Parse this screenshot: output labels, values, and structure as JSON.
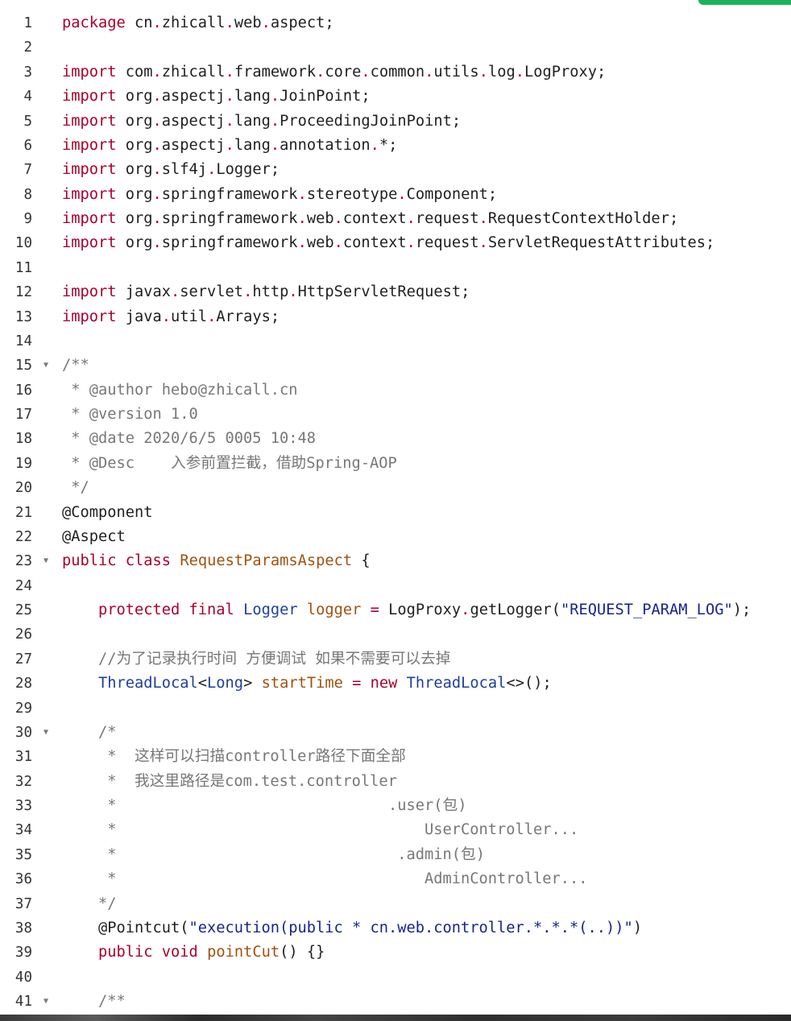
{
  "lines": [
    {
      "n": "1",
      "fold": false,
      "tokens": [
        [
          "kw",
          "package"
        ],
        [
          "plain",
          " cn"
        ],
        [
          "dot",
          "."
        ],
        [
          "plain",
          "zhicall"
        ],
        [
          "dot",
          "."
        ],
        [
          "plain",
          "web"
        ],
        [
          "dot",
          "."
        ],
        [
          "plain",
          "aspect;"
        ]
      ]
    },
    {
      "n": "2",
      "fold": false,
      "tokens": []
    },
    {
      "n": "3",
      "fold": false,
      "tokens": [
        [
          "kw",
          "import"
        ],
        [
          "plain",
          " com"
        ],
        [
          "dot",
          "."
        ],
        [
          "plain",
          "zhicall"
        ],
        [
          "dot",
          "."
        ],
        [
          "plain",
          "framework"
        ],
        [
          "dot",
          "."
        ],
        [
          "plain",
          "core"
        ],
        [
          "dot",
          "."
        ],
        [
          "plain",
          "common"
        ],
        [
          "dot",
          "."
        ],
        [
          "plain",
          "utils"
        ],
        [
          "dot",
          "."
        ],
        [
          "plain",
          "log"
        ],
        [
          "dot",
          "."
        ],
        [
          "plain",
          "LogProxy;"
        ]
      ]
    },
    {
      "n": "4",
      "fold": false,
      "tokens": [
        [
          "kw",
          "import"
        ],
        [
          "plain",
          " org"
        ],
        [
          "dot",
          "."
        ],
        [
          "plain",
          "aspectj"
        ],
        [
          "dot",
          "."
        ],
        [
          "plain",
          "lang"
        ],
        [
          "dot",
          "."
        ],
        [
          "plain",
          "JoinPoint;"
        ]
      ]
    },
    {
      "n": "5",
      "fold": false,
      "tokens": [
        [
          "kw",
          "import"
        ],
        [
          "plain",
          " org"
        ],
        [
          "dot",
          "."
        ],
        [
          "plain",
          "aspectj"
        ],
        [
          "dot",
          "."
        ],
        [
          "plain",
          "lang"
        ],
        [
          "dot",
          "."
        ],
        [
          "plain",
          "ProceedingJoinPoint;"
        ]
      ]
    },
    {
      "n": "6",
      "fold": false,
      "tokens": [
        [
          "kw",
          "import"
        ],
        [
          "plain",
          " org"
        ],
        [
          "dot",
          "."
        ],
        [
          "plain",
          "aspectj"
        ],
        [
          "dot",
          "."
        ],
        [
          "plain",
          "lang"
        ],
        [
          "dot",
          "."
        ],
        [
          "plain",
          "annotation"
        ],
        [
          "dot",
          "."
        ],
        [
          "plain",
          "*;"
        ]
      ]
    },
    {
      "n": "7",
      "fold": false,
      "tokens": [
        [
          "kw",
          "import"
        ],
        [
          "plain",
          " org"
        ],
        [
          "dot",
          "."
        ],
        [
          "plain",
          "slf4j"
        ],
        [
          "dot",
          "."
        ],
        [
          "plain",
          "Logger;"
        ]
      ]
    },
    {
      "n": "8",
      "fold": false,
      "tokens": [
        [
          "kw",
          "import"
        ],
        [
          "plain",
          " org"
        ],
        [
          "dot",
          "."
        ],
        [
          "plain",
          "springframework"
        ],
        [
          "dot",
          "."
        ],
        [
          "plain",
          "stereotype"
        ],
        [
          "dot",
          "."
        ],
        [
          "plain",
          "Component;"
        ]
      ]
    },
    {
      "n": "9",
      "fold": false,
      "tokens": [
        [
          "kw",
          "import"
        ],
        [
          "plain",
          " org"
        ],
        [
          "dot",
          "."
        ],
        [
          "plain",
          "springframework"
        ],
        [
          "dot",
          "."
        ],
        [
          "plain",
          "web"
        ],
        [
          "dot",
          "."
        ],
        [
          "plain",
          "context"
        ],
        [
          "dot",
          "."
        ],
        [
          "plain",
          "request"
        ],
        [
          "dot",
          "."
        ],
        [
          "plain",
          "RequestContextHolder;"
        ]
      ]
    },
    {
      "n": "10",
      "fold": false,
      "tokens": [
        [
          "kw",
          "import"
        ],
        [
          "plain",
          " org"
        ],
        [
          "dot",
          "."
        ],
        [
          "plain",
          "springframework"
        ],
        [
          "dot",
          "."
        ],
        [
          "plain",
          "web"
        ],
        [
          "dot",
          "."
        ],
        [
          "plain",
          "context"
        ],
        [
          "dot",
          "."
        ],
        [
          "plain",
          "request"
        ],
        [
          "dot",
          "."
        ],
        [
          "plain",
          "ServletRequestAttributes;"
        ]
      ]
    },
    {
      "n": "11",
      "fold": false,
      "tokens": []
    },
    {
      "n": "12",
      "fold": false,
      "tokens": [
        [
          "kw",
          "import"
        ],
        [
          "plain",
          " javax"
        ],
        [
          "dot",
          "."
        ],
        [
          "plain",
          "servlet"
        ],
        [
          "dot",
          "."
        ],
        [
          "plain",
          "http"
        ],
        [
          "dot",
          "."
        ],
        [
          "plain",
          "HttpServletRequest;"
        ]
      ]
    },
    {
      "n": "13",
      "fold": false,
      "tokens": [
        [
          "kw",
          "import"
        ],
        [
          "plain",
          " java"
        ],
        [
          "dot",
          "."
        ],
        [
          "plain",
          "util"
        ],
        [
          "dot",
          "."
        ],
        [
          "plain",
          "Arrays;"
        ]
      ]
    },
    {
      "n": "14",
      "fold": false,
      "tokens": []
    },
    {
      "n": "15",
      "fold": true,
      "tokens": [
        [
          "cm",
          "/**"
        ]
      ]
    },
    {
      "n": "16",
      "fold": false,
      "tokens": [
        [
          "cm",
          " * @author hebo@zhicall.cn"
        ]
      ]
    },
    {
      "n": "17",
      "fold": false,
      "tokens": [
        [
          "cm",
          " * @version 1.0"
        ]
      ]
    },
    {
      "n": "18",
      "fold": false,
      "tokens": [
        [
          "cm",
          " * @date 2020/6/5 0005 10:48"
        ]
      ]
    },
    {
      "n": "19",
      "fold": false,
      "tokens": [
        [
          "cm",
          " * @Desc    入参前置拦截，借助Spring-AOP"
        ]
      ]
    },
    {
      "n": "20",
      "fold": false,
      "tokens": [
        [
          "cm",
          " */"
        ]
      ]
    },
    {
      "n": "21",
      "fold": false,
      "tokens": [
        [
          "plain",
          "@Component"
        ]
      ]
    },
    {
      "n": "22",
      "fold": false,
      "tokens": [
        [
          "plain",
          "@Aspect"
        ]
      ]
    },
    {
      "n": "23",
      "fold": true,
      "tokens": [
        [
          "kw",
          "public"
        ],
        [
          "plain",
          " "
        ],
        [
          "kw",
          "class"
        ],
        [
          "plain",
          " "
        ],
        [
          "cls",
          "RequestParamsAspect"
        ],
        [
          "plain",
          " {"
        ]
      ]
    },
    {
      "n": "24",
      "fold": false,
      "tokens": []
    },
    {
      "n": "25",
      "fold": false,
      "tokens": [
        [
          "plain",
          "    "
        ],
        [
          "kw",
          "protected"
        ],
        [
          "plain",
          " "
        ],
        [
          "kw",
          "final"
        ],
        [
          "plain",
          " "
        ],
        [
          "ty",
          "Logger"
        ],
        [
          "plain",
          " "
        ],
        [
          "cls",
          "logger"
        ],
        [
          "plain",
          " "
        ],
        [
          "kw",
          "="
        ],
        [
          "plain",
          " LogProxy"
        ],
        [
          "dot",
          "."
        ],
        [
          "plain",
          "getLogger("
        ],
        [
          "str",
          "\"REQUEST_PARAM_LOG\""
        ],
        [
          "plain",
          ");"
        ]
      ]
    },
    {
      "n": "26",
      "fold": false,
      "tokens": []
    },
    {
      "n": "27",
      "fold": false,
      "tokens": [
        [
          "cm",
          "    //为了记录执行时间 方便调试 如果不需要可以去掉"
        ]
      ]
    },
    {
      "n": "28",
      "fold": false,
      "tokens": [
        [
          "plain",
          "    "
        ],
        [
          "ty",
          "ThreadLocal"
        ],
        [
          "plain",
          "<"
        ],
        [
          "ty",
          "Long"
        ],
        [
          "plain",
          "> "
        ],
        [
          "cls",
          "startTime"
        ],
        [
          "plain",
          " "
        ],
        [
          "kw",
          "="
        ],
        [
          "plain",
          " "
        ],
        [
          "kw",
          "new"
        ],
        [
          "plain",
          " "
        ],
        [
          "ty",
          "ThreadLocal"
        ],
        [
          "plain",
          "<>();"
        ]
      ]
    },
    {
      "n": "29",
      "fold": false,
      "tokens": []
    },
    {
      "n": "30",
      "fold": true,
      "tokens": [
        [
          "cm",
          "    /*"
        ]
      ]
    },
    {
      "n": "31",
      "fold": false,
      "tokens": [
        [
          "cm",
          "     *  这样可以扫描controller路径下面全部"
        ]
      ]
    },
    {
      "n": "32",
      "fold": false,
      "tokens": [
        [
          "cm",
          "     *  我这里路径是com.test.controller"
        ]
      ]
    },
    {
      "n": "33",
      "fold": false,
      "tokens": [
        [
          "cm",
          "     *                              .user(包)"
        ]
      ]
    },
    {
      "n": "34",
      "fold": false,
      "tokens": [
        [
          "cm",
          "     *                                  UserController..."
        ]
      ]
    },
    {
      "n": "35",
      "fold": false,
      "tokens": [
        [
          "cm",
          "     *                               .admin(包)"
        ]
      ]
    },
    {
      "n": "36",
      "fold": false,
      "tokens": [
        [
          "cm",
          "     *                                  AdminController..."
        ]
      ]
    },
    {
      "n": "37",
      "fold": false,
      "tokens": [
        [
          "cm",
          "    */"
        ]
      ]
    },
    {
      "n": "38",
      "fold": false,
      "tokens": [
        [
          "plain",
          "    @Pointcut("
        ],
        [
          "str",
          "\"execution(public * cn.web.controller.*.*.*(..))\""
        ],
        [
          "plain",
          ")"
        ]
      ]
    },
    {
      "n": "39",
      "fold": false,
      "tokens": [
        [
          "plain",
          "    "
        ],
        [
          "kw",
          "public"
        ],
        [
          "plain",
          " "
        ],
        [
          "kw",
          "void"
        ],
        [
          "plain",
          " "
        ],
        [
          "cls",
          "pointCut"
        ],
        [
          "plain",
          "() {}"
        ]
      ]
    },
    {
      "n": "40",
      "fold": false,
      "tokens": []
    },
    {
      "n": "41",
      "fold": true,
      "tokens": [
        [
          "cm",
          "    /**"
        ]
      ]
    }
  ]
}
